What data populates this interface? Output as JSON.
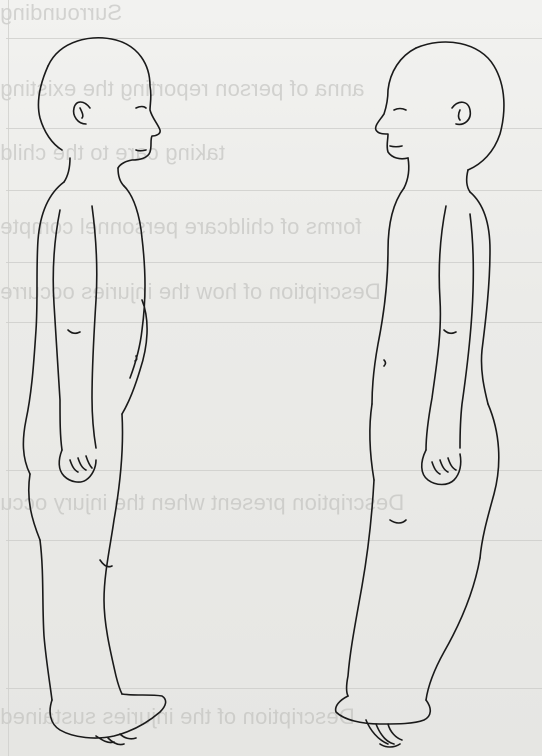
{
  "bleed_through": {
    "lines": [
      "Surrounding",
      "anna of person reporting the existing",
      "taking care to the child",
      "forms of childcare personnel compte",
      "Description of how the injuries occurre",
      "Description present when the injury occu",
      "Description of the injuries sustained"
    ]
  },
  "illustration": {
    "left_figure": "child-side-view-facing-right",
    "right_figure": "child-side-view-facing-left",
    "stroke_color": "#1a1a1a"
  }
}
